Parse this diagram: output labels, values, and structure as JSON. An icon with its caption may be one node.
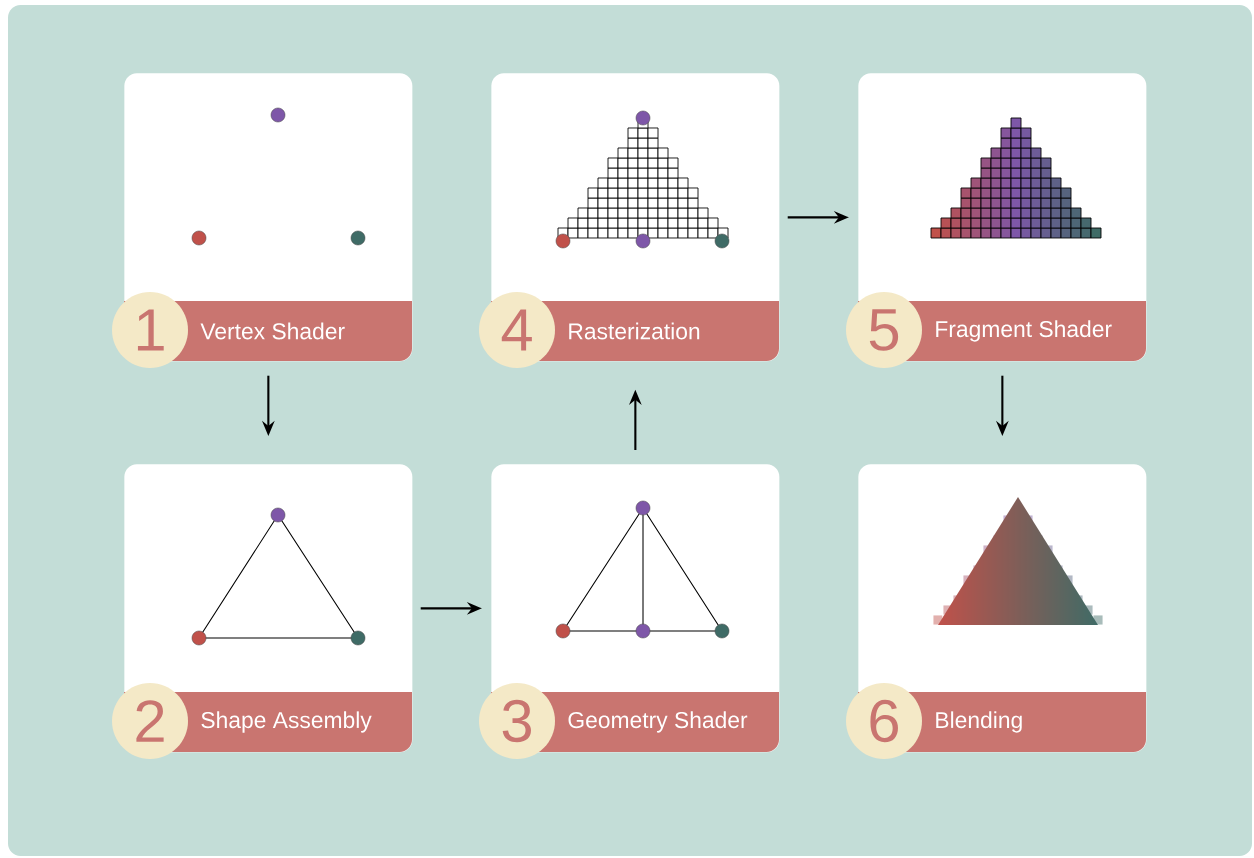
{
  "diagram": {
    "nodes": [
      {
        "text": [
          "1",
          "Vertex Shader"
        ]
      },
      {
        "text": [
          "2",
          "Shape Assembly"
        ]
      },
      {
        "text": [
          "3",
          "Geometry Shader"
        ]
      },
      {
        "text": [
          "4",
          "Rasterization"
        ]
      },
      {
        "text": [
          "5",
          "Fragment Shader"
        ]
      },
      {
        "text": [
          "6",
          "Blending"
        ]
      }
    ],
    "edges": [
      {
        "from": 0,
        "to": 1,
        "arrow": "to"
      },
      {
        "from": 1,
        "to": 2,
        "arrow": "to"
      },
      {
        "from": 2,
        "to": 3,
        "arrow": "to"
      },
      {
        "from": 3,
        "to": 4,
        "arrow": "to"
      },
      {
        "from": 4,
        "to": 5,
        "arrow": "to"
      }
    ]
  }
}
